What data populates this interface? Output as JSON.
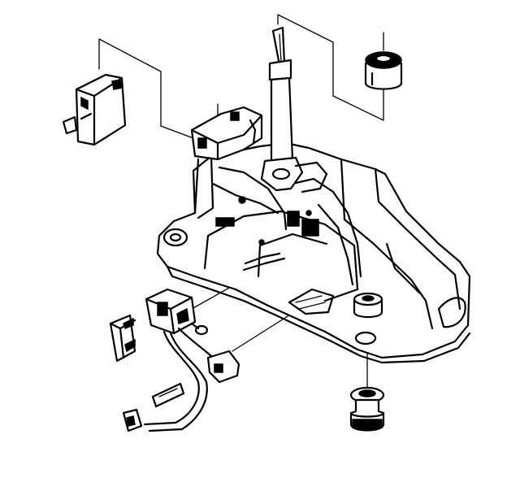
{
  "diagram": {
    "type": "exploded-parts-drawing",
    "components": [
      "shifter-base-housing",
      "shift-lever",
      "shift-knob-bushing",
      "cover-bracket",
      "solenoid-with-harness",
      "connector-clip",
      "mounting-grommet-upper",
      "mounting-grommet-lower"
    ],
    "colors": {
      "line": "#000000",
      "background": "#ffffff",
      "shade": "#dcdcdc"
    }
  }
}
